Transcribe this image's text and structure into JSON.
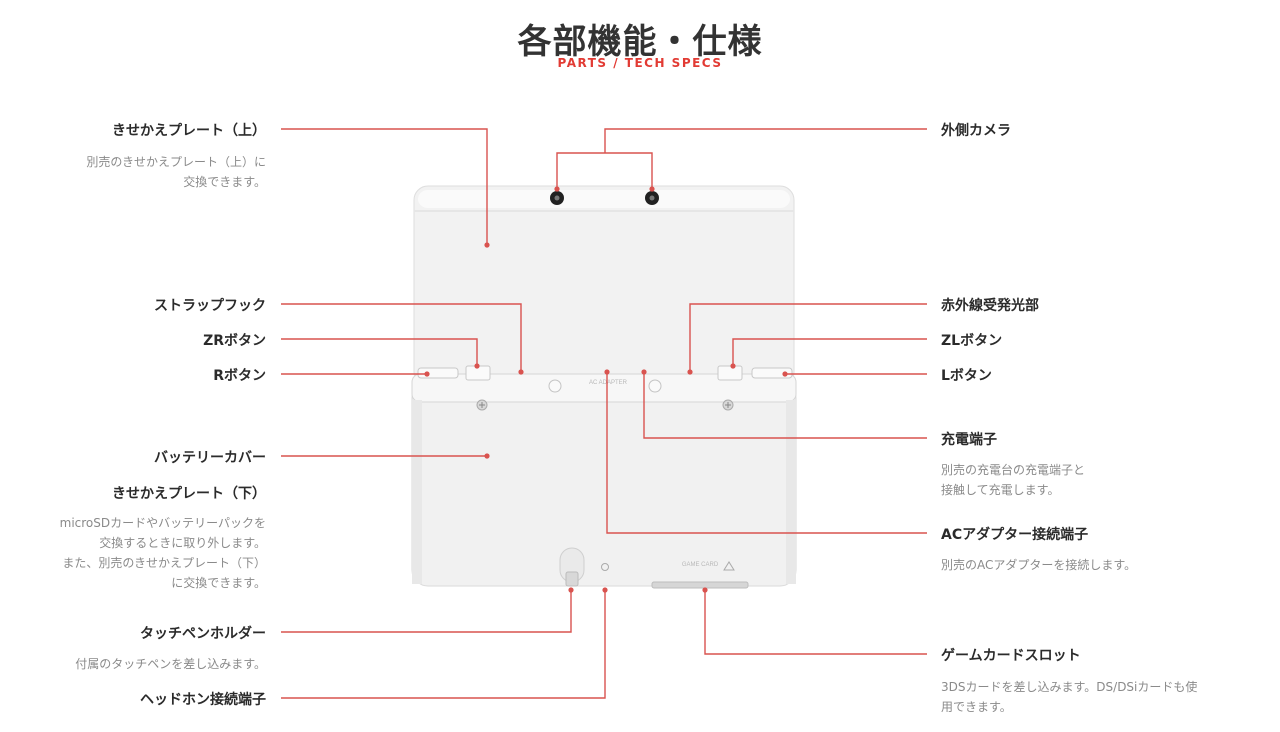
{
  "header": {
    "title": "各部機能・仕様",
    "subtitle": "PARTS / TECH SPECS"
  },
  "device": {
    "print_top": "AC ADAPTER",
    "print_bottom": "GAME CARD"
  },
  "colors": {
    "accent": "#e23b34",
    "line": "#d9534f",
    "label": "#2b2b2b",
    "desc": "#8a8a8a"
  },
  "left": {
    "faceplate_top": {
      "label": "きせかえプレート（上）",
      "desc": [
        "別売のきせかえプレート（上）に",
        "交換できます。"
      ]
    },
    "strap_hook": {
      "label": "ストラップフック"
    },
    "zr_button": {
      "label": "ZRボタン"
    },
    "r_button": {
      "label": "Rボタン"
    },
    "battery_cover": {
      "label": "バッテリーカバー"
    },
    "faceplate_bottom": {
      "label": "きせかえプレート（下）",
      "desc": [
        "microSDカードやバッテリーパックを",
        "交換するときに取り外します。",
        "また、別売のきせかえプレート（下）",
        "に交換できます。"
      ]
    },
    "stylus_holder": {
      "label": "タッチペンホルダー",
      "desc": [
        "付属のタッチペンを差し込みます。"
      ]
    },
    "headphone_jack": {
      "label": "ヘッドホン接続端子"
    }
  },
  "right": {
    "outer_camera": {
      "label": "外側カメラ"
    },
    "ir_port": {
      "label": "赤外線受発光部"
    },
    "zl_button": {
      "label": "ZLボタン"
    },
    "l_button": {
      "label": "Lボタン"
    },
    "charging_terminal": {
      "label": "充電端子",
      "desc": [
        "別売の充電台の充電端子と",
        "接触して充電します。"
      ]
    },
    "ac_adapter_terminal": {
      "label": "ACアダプター接続端子",
      "desc": [
        "別売のACアダプターを接続します。"
      ]
    },
    "game_card_slot": {
      "label": "ゲームカードスロット",
      "desc": [
        "3DSカードを差し込みます。DS/DSiカードも使",
        "用できます。"
      ]
    }
  }
}
